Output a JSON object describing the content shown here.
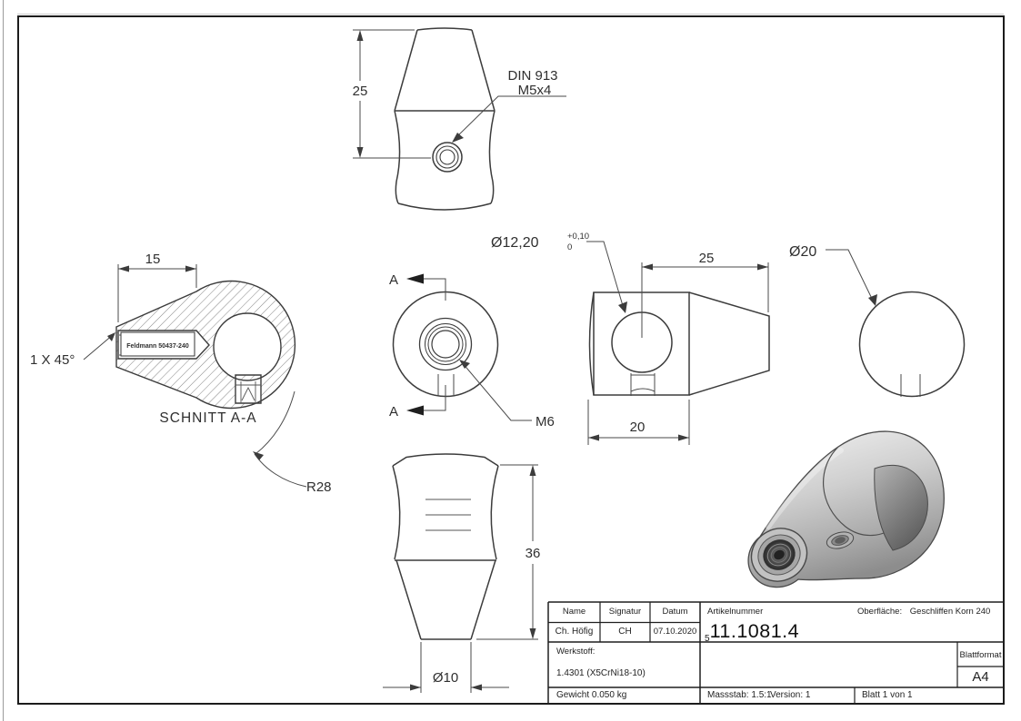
{
  "views": {
    "top_view": {
      "dim_25": "25",
      "callout_line1": "DIN 913",
      "callout_line2": "M5x4"
    },
    "section_view": {
      "dim_15": "15",
      "chamfer": "1 X 45°",
      "insert_label": "Feldmann 50437-240",
      "title": "SCHNITT A-A",
      "radius": "R28"
    },
    "front_view": {
      "section_letter": "A",
      "thread": "M6"
    },
    "side_view": {
      "bore": "Ø12,20",
      "tol_upper": "+0,10",
      "tol_lower": "0",
      "dim_25": "25",
      "dim_20": "20"
    },
    "end_view": {
      "dim_diameter": "Ø20"
    },
    "bottom_view": {
      "dim_36": "36",
      "dim_10": "Ø10"
    }
  },
  "title_block": {
    "col_name": "Name",
    "col_sign": "Signatur",
    "col_date": "Datum",
    "row_name": "Ch. Höfig",
    "row_sign": "CH",
    "row_date": "07.10.2020",
    "article_label": "Artikelnummer",
    "article_prefix": "5",
    "article_number": "11.1081.4",
    "surface_label": "Oberfläche:",
    "surface_value": "Geschliffen Korn 240",
    "material_label": "Werkstoff:",
    "material_value": "1.4301 (X5CrNi18-10)",
    "weight": "Gewicht 0.050 kg",
    "scale": "Massstab: 1.5:1",
    "version": "Version: 1",
    "sheet": "Blatt 1 von 1",
    "format_label": "Blattformat",
    "format_value": "A4"
  }
}
